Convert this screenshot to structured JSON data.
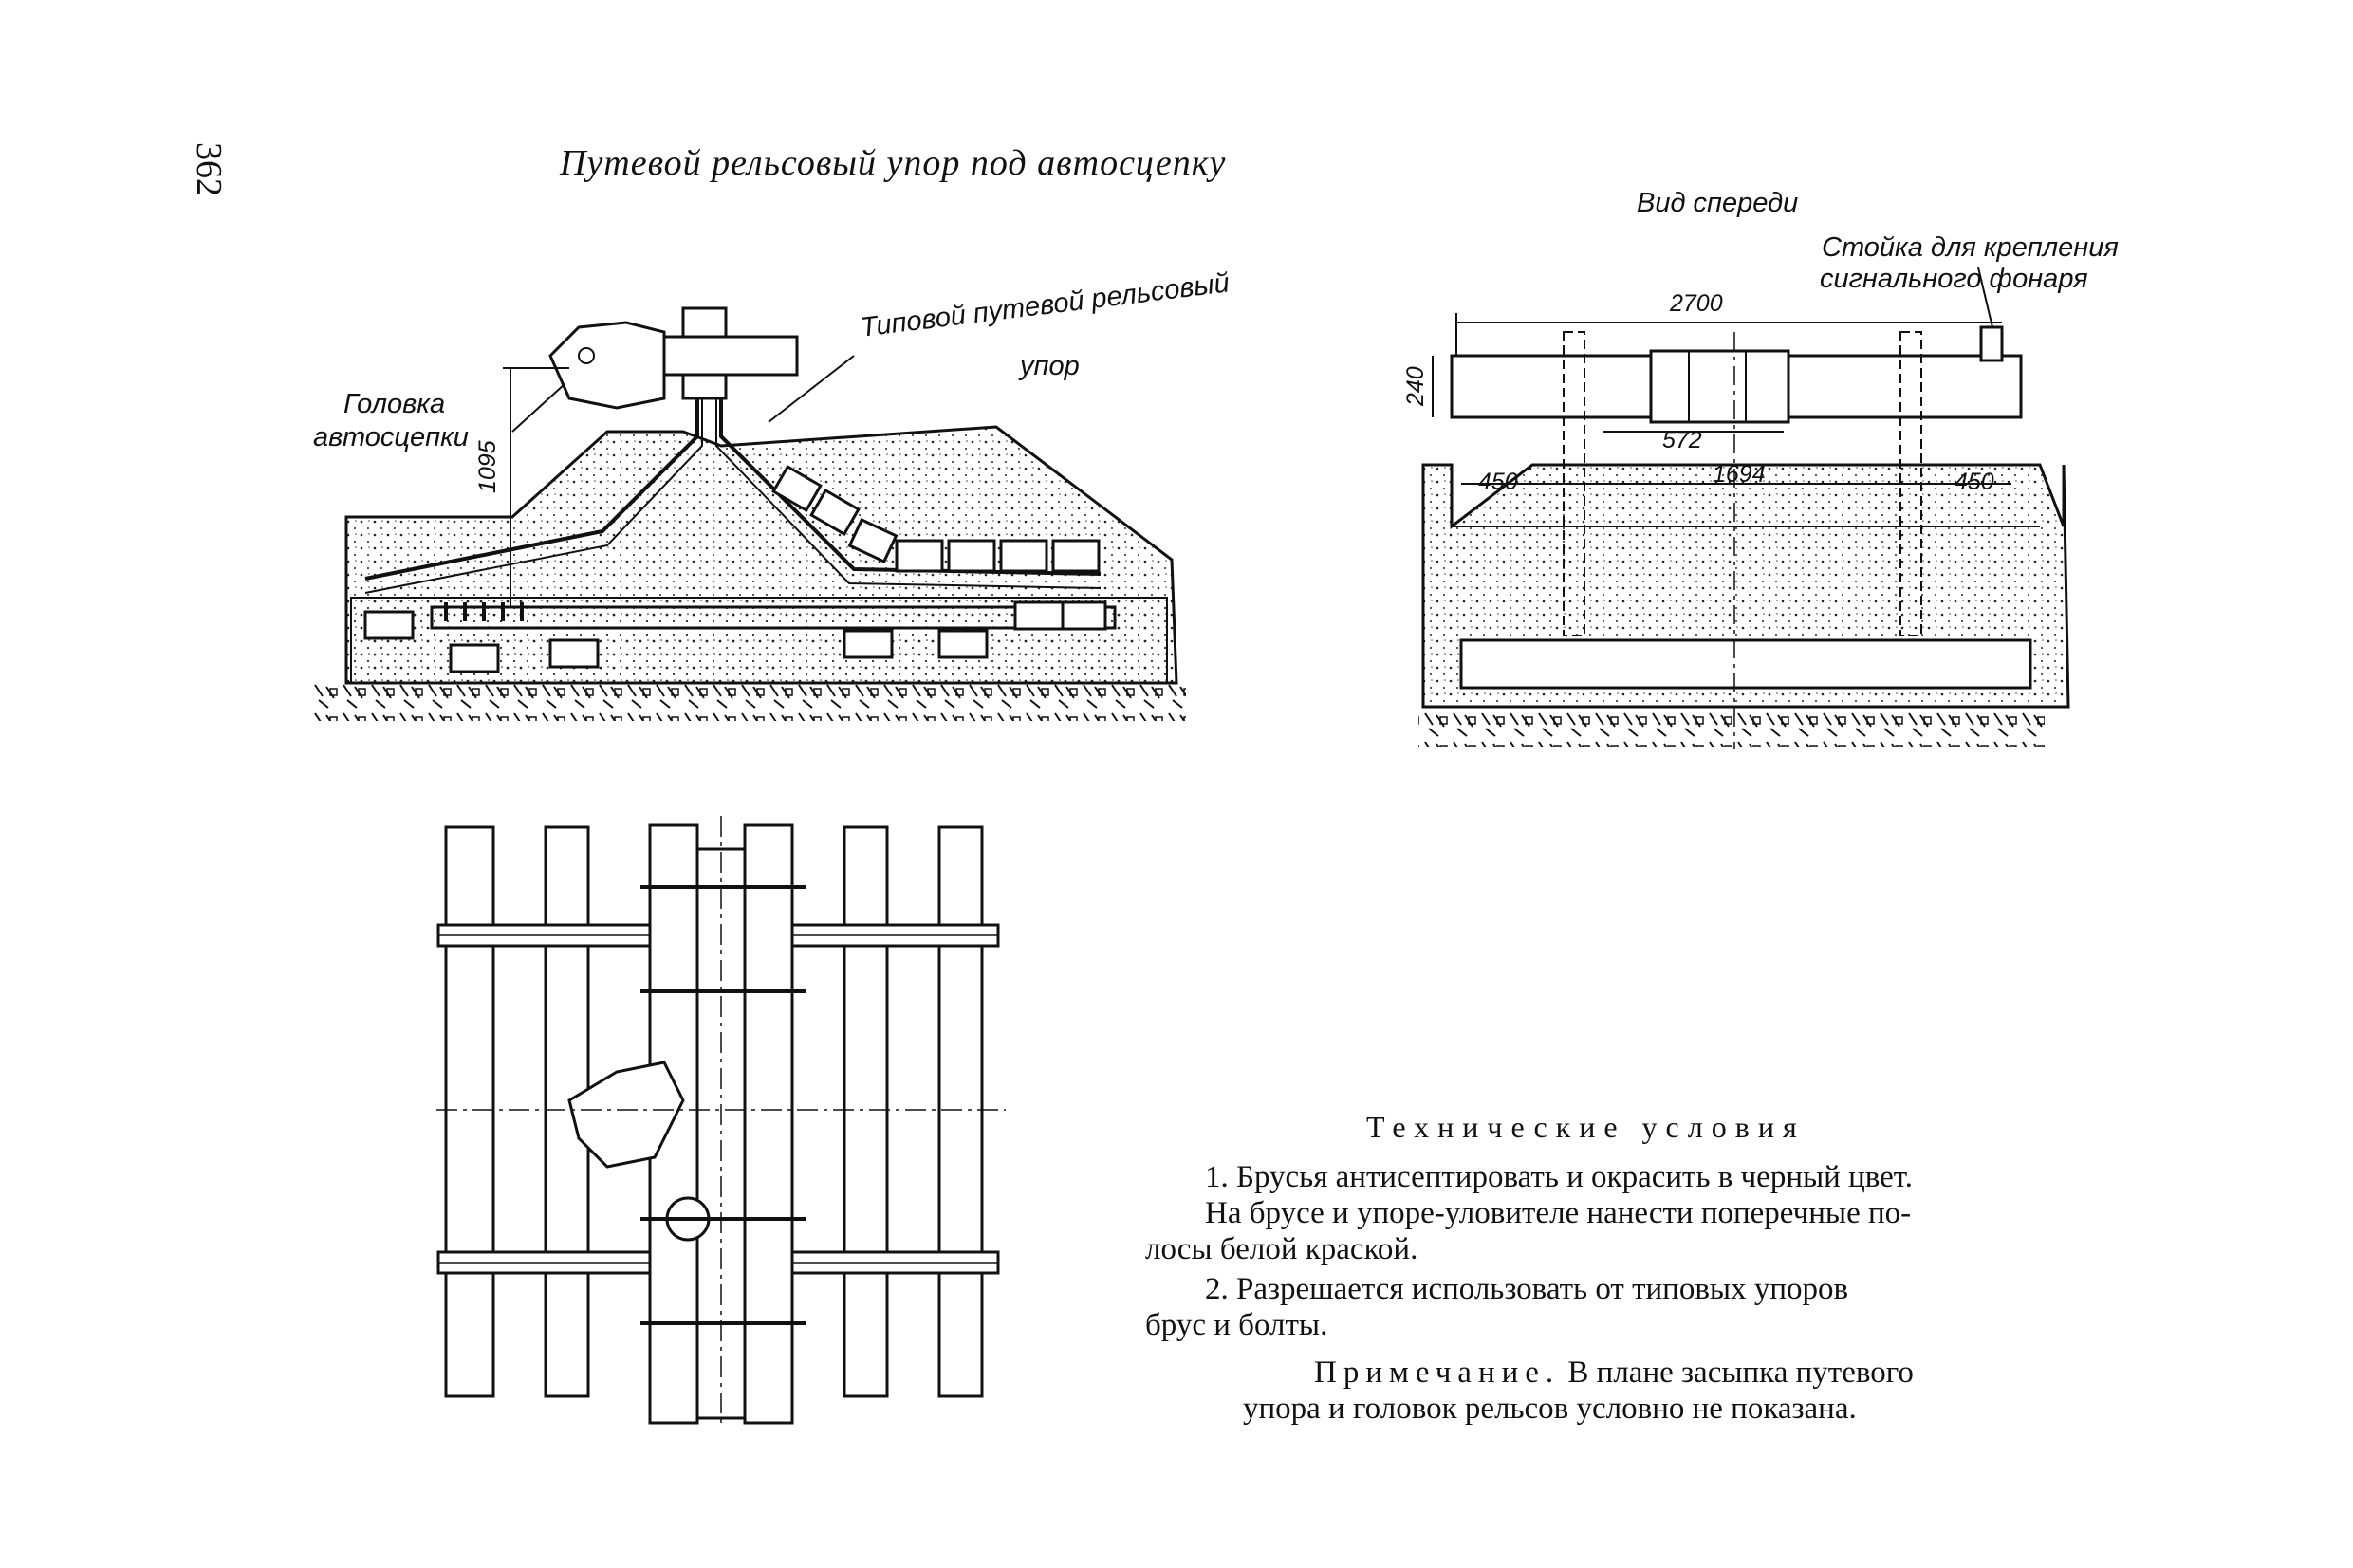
{
  "page": {
    "number": "362",
    "title": "Путевой рельсовый упор под автосцепку"
  },
  "side_view": {
    "label_head_line1": "Головка",
    "label_head_line2": "автосцепки",
    "label_stop_line1": "Типовой путевой рельсовый",
    "label_stop_line2": "упор",
    "dim_height": "1095"
  },
  "front_view": {
    "title": "Вид спереди",
    "label_post_line1": "Стойка для крепления",
    "label_post_line2": "сигнального фонаря",
    "dim_width": "2700",
    "dim_height": "240",
    "dim_center": "572",
    "dim_left": "450",
    "dim_middle": "1694",
    "dim_right": "450"
  },
  "technical_conditions": {
    "heading": "Технические условия",
    "item1_line1": "1. Брусья антисептировать и окрасить в черный цвет.",
    "item1_line2": "На брусе и упоре-уловителе нанести поперечные по-",
    "item1_line3": "лосы белой краской.",
    "item2_line1": "2. Разрешается использовать от типовых упоров",
    "item2_line2": "брус и болты.",
    "note_word": "Примечание.",
    "note_line1": " В плане засыпка путевого",
    "note_line2": "упора и головок рельсов условно не показана."
  }
}
